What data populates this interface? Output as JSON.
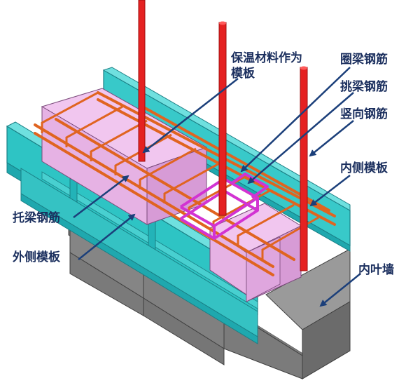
{
  "labels": {
    "insulation": "保温材料作为模板",
    "ring_beam_rebar": "圈梁钢筋",
    "pick_beam_rebar": "挑梁钢筋",
    "vertical_rebar": "竖向钢筋",
    "inner_formwork": "内侧模板",
    "support_beam_rebar": "托梁钢筋",
    "outer_formwork": "外侧模板",
    "inner_leaf_wall": "内叶墙"
  },
  "colors": {
    "formwork": "#2ec4c4",
    "formwork_dark": "#1a9aa0",
    "insulation": "#e8b7e6",
    "rebar": "#e06420",
    "vertical_rebar": "#e52121",
    "pick_rebar": "#cc33cc",
    "wall": "#8a8a8a",
    "arrow": "#1b3f7a",
    "label": "#1b2f5e"
  }
}
